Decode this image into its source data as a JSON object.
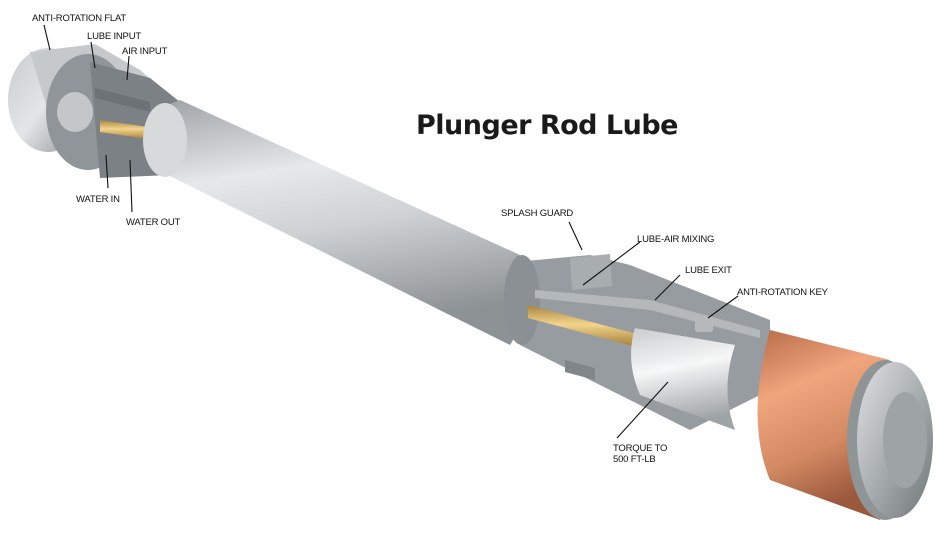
{
  "title": "Plunger Rod Lube",
  "labels": {
    "anti_rotation_flat": "ANTI-ROTATION FLAT",
    "lube_input": "LUBE INPUT",
    "air_input": "AIR INPUT",
    "water_in": "WATER IN",
    "water_out": "WATER OUT",
    "splash_guard": "SPLASH GUARD",
    "lube_air_mixing": "LUBE-AIR MIXING",
    "lube_exit": "LUBE EXIT",
    "anti_rotation_key": "ANTI-ROTATION KEY",
    "torque_line1": "TORQUE TO",
    "torque_line2": "500 FT-LB"
  },
  "colors": {
    "steel_light": "#e4e6e7",
    "steel_mid": "#b9bdbf",
    "steel_dark": "#7d8386",
    "section_face": "#8e9497",
    "brass": "#d9b56a",
    "copper": "#d88d63",
    "copper_dark": "#b8684a"
  }
}
